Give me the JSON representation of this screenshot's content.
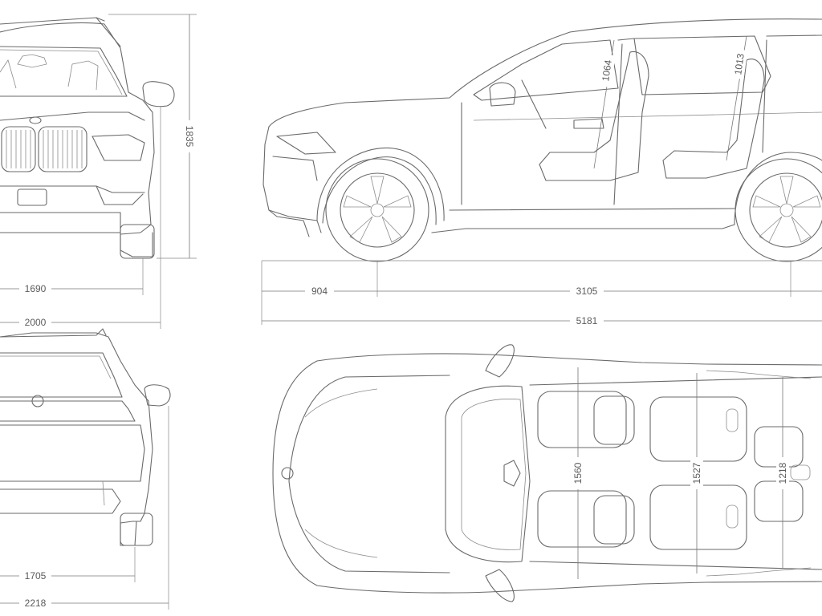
{
  "dimensions": {
    "front_track": "1690",
    "overall_width_mirrors": "2000",
    "height": "1835",
    "front_overhang": "904",
    "wheelbase": "3105",
    "overall_length": "5181",
    "front_headroom": "1064",
    "rear_headroom": "1013",
    "rear_track": "1705",
    "rear_width_mirrors": "2218",
    "front_shoulder": "1560",
    "middle_shoulder": "1527",
    "rear_shoulder": "1218"
  },
  "colors": {
    "line": "#6a6a6a",
    "background": "#ffffff"
  }
}
